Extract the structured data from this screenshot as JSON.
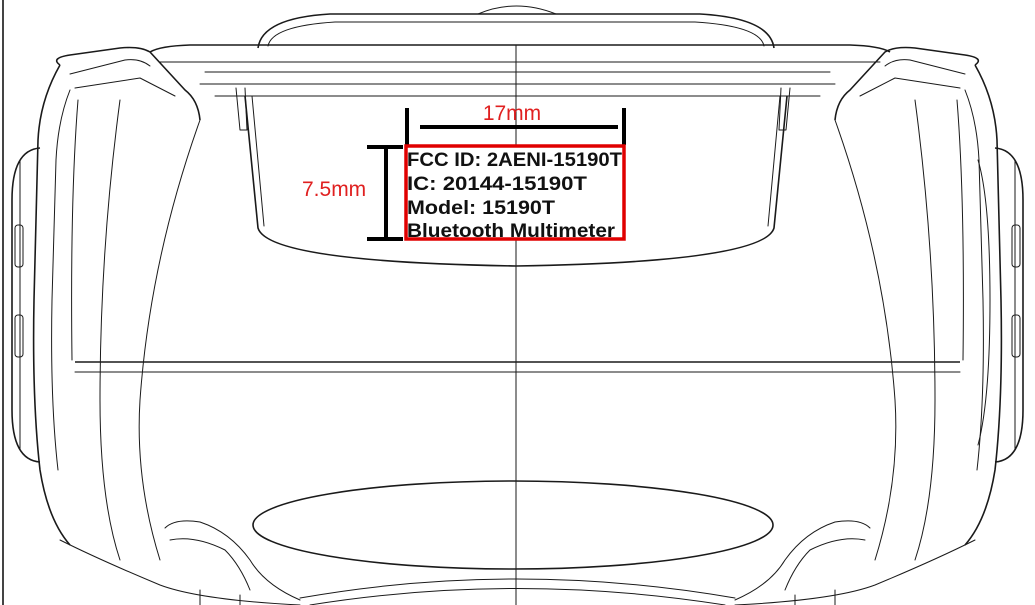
{
  "dimensions": {
    "width_label": "17mm",
    "height_label": "7.5mm",
    "color": "#e02020"
  },
  "label_box": {
    "border_color": "#e00000",
    "lines": [
      "FCC ID: 2AENI-15190T",
      "IC: 20144-15190T",
      "Model: 15190T",
      "Bluetooth Multimeter"
    ]
  }
}
